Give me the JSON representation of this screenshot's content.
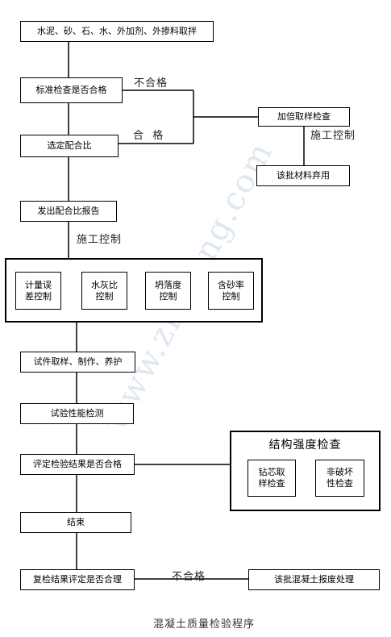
{
  "diagram": {
    "title": "混凝土质量检验程序",
    "watermark": "www.zhulong.com",
    "nodes": {
      "material_sampling": "水泥、砂、石、水、外加剂、外掺料取拌",
      "standard_check": "标准检查是否合格",
      "double_sampling": "加倍取样检查",
      "discard_material": "该批材料弃用",
      "select_mix": "选定配合比",
      "issue_mix_report": "发出配合比报告",
      "metering_error": "计量误\n差控制",
      "water_cement_ratio": "水灰比\n控制",
      "slump": "坍落度\n控制",
      "sand_ratio": "含砂率\n控制",
      "specimen_prep": "试件取样、制作、养护",
      "performance_test": "试验性能检测",
      "evaluate_result": "评定检验结果是否合格",
      "end": "结束",
      "recheck": "复检结果评定是否合理",
      "scrap_concrete": "该批混凝土报废处理",
      "structure_strength_group": "结构强度检查",
      "core_sampling": "钻芯取\n样检查",
      "nondestructive": "非破坏\n性检查"
    },
    "edge_labels": {
      "fail_1": "不合格",
      "pass_1": "合  格",
      "construction_control_1": "施工控制",
      "construction_control_2": "施工控制",
      "fail_2": "不合格"
    }
  }
}
